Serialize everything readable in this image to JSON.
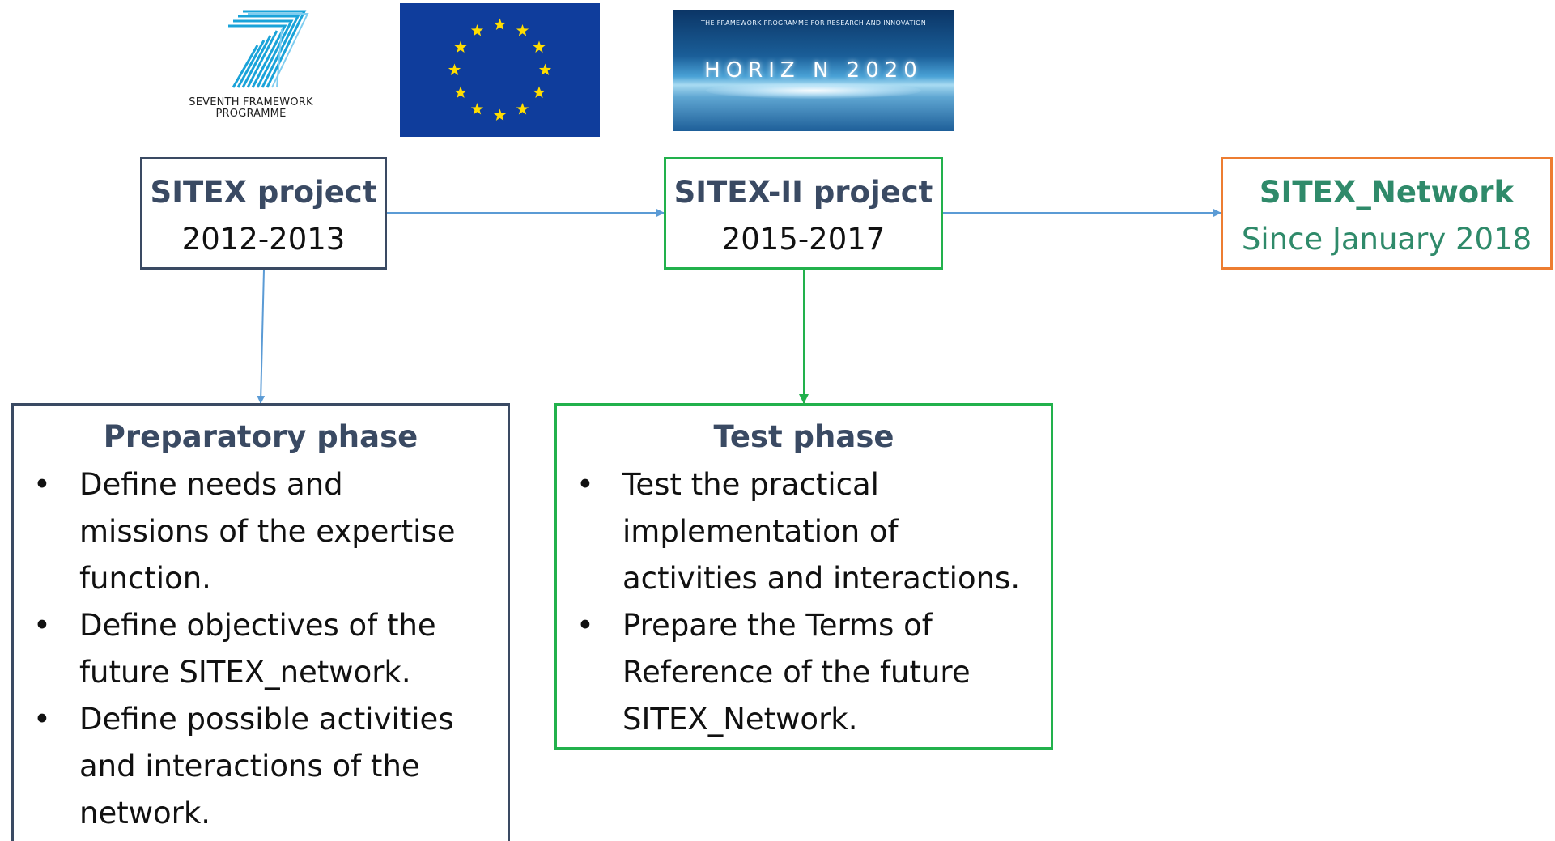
{
  "logos": {
    "fp7": {
      "line1": "SEVENTH FRAMEWORK",
      "line2": "PROGRAMME",
      "color": "#1aa3d9"
    },
    "eu_flag": {
      "background": "#0f3d9c",
      "star_color": "#ffdd00"
    },
    "horizon": {
      "tagline": "THE FRAMEWORK PROGRAMME FOR RESEARCH AND INNOVATION",
      "name": "HORIZ  N 2020"
    }
  },
  "timeline": [
    {
      "title": "SITEX project",
      "period": "2012-2013",
      "border_color": "#3a4a63"
    },
    {
      "title": "SITEX-II project",
      "period": "2015-2017",
      "border_color": "#22b14c"
    },
    {
      "title": "SITEX_Network",
      "period": "Since January 2018",
      "border_color": "#ed7d31"
    }
  ],
  "phases": [
    {
      "title": "Preparatory phase",
      "bullets": [
        "Define needs and\nmissions of the expertise\nfunction.",
        "Define objectives of the\nfuture SITEX_network.",
        "Define possible activities\nand interactions of the\nnetwork."
      ]
    },
    {
      "title": "Test phase",
      "bullets": [
        "Test the practical\nimplementation of\nactivities and interactions.",
        "Prepare the Terms of\nReference of the future\nSITEX_Network."
      ]
    }
  ],
  "bullet_symbol": "•",
  "colors": {
    "navy": "#3a4a63",
    "green": "#22b14c",
    "orange": "#ed7d31",
    "teal_text": "#2f8a6a",
    "arrow_blue": "#5b9bd5"
  }
}
